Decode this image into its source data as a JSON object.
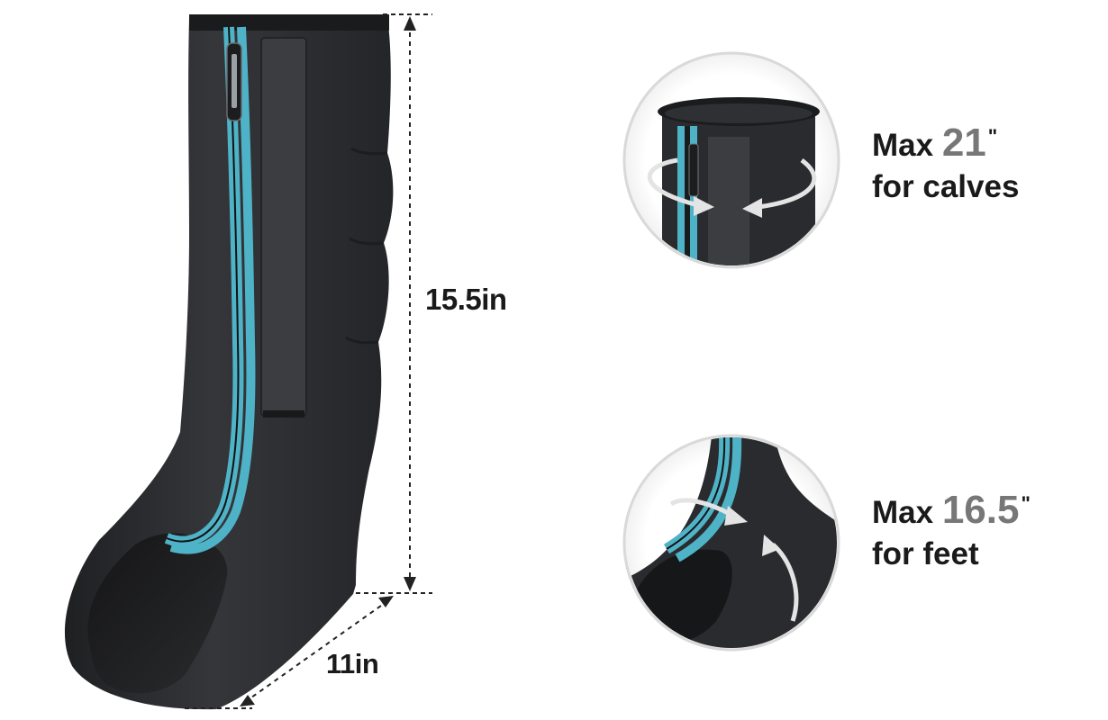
{
  "dimensions": {
    "height_label": "15.5in",
    "width_label": "11in"
  },
  "specs": {
    "calves": {
      "prefix": "Max",
      "value": "21",
      "unit": "\"",
      "description": "for calves"
    },
    "feet": {
      "prefix": "Max",
      "value": "16.5",
      "unit": "\"",
      "description": "for feet"
    }
  },
  "colors": {
    "sleeve": "#2b2c2e",
    "sleeve_dark": "#1a1b1c",
    "zipper_accent": "#4fb3c8",
    "circle_border": "#d9d9d9",
    "arrow": "#e4e4e4",
    "number_gray": "#777777"
  },
  "icons": [
    "measure-height-icon",
    "measure-width-icon",
    "rotate-arrow-icon"
  ]
}
